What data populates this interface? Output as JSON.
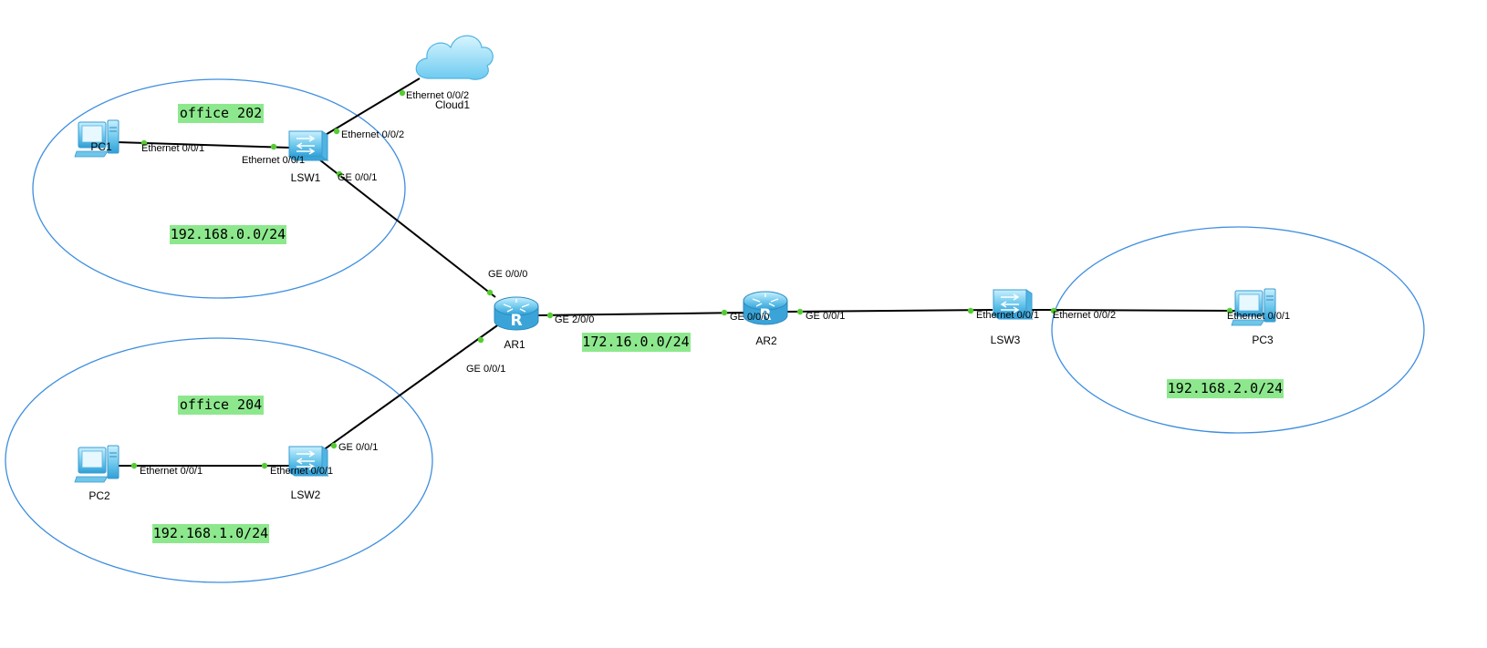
{
  "diagram": {
    "zones": [
      {
        "id": "zone-office202"
      },
      {
        "id": "zone-office204"
      },
      {
        "id": "zone-right"
      }
    ],
    "tags": {
      "office202": "office 202",
      "subnet0": "192.168.0.0/24",
      "office204": "office 204",
      "subnet1": "192.168.1.0/24",
      "wan": "172.16.0.0/24",
      "subnet2": "192.168.2.0/24"
    },
    "devices": {
      "pc1": {
        "label": "PC1",
        "type": "pc"
      },
      "pc2": {
        "label": "PC2",
        "type": "pc"
      },
      "pc3": {
        "label": "PC3",
        "type": "pc"
      },
      "lsw1": {
        "label": "LSW1",
        "type": "switch"
      },
      "lsw2": {
        "label": "LSW2",
        "type": "switch"
      },
      "lsw3": {
        "label": "LSW3",
        "type": "switch"
      },
      "ar1": {
        "label": "AR1",
        "type": "router"
      },
      "ar2": {
        "label": "AR2",
        "type": "router"
      },
      "cloud1": {
        "label": "Cloud1",
        "type": "cloud"
      }
    },
    "ports": {
      "pc1_eth": "Ethernet 0/0/1",
      "lsw1_eth1": "Ethernet 0/0/1",
      "lsw1_eth2": "Ethernet 0/0/2",
      "lsw1_ge": "GE 0/0/1",
      "cloud_eth": "Ethernet 0/0/2",
      "ar1_ge000": "GE 0/0/0",
      "ar1_ge001": "GE 0/0/1",
      "ar1_ge200": "GE 2/0/0",
      "ar2_ge000": "GE 0/0/0",
      "ar2_ge001": "GE 0/0/1",
      "lsw3_eth1": "Ethernet 0/0/1",
      "lsw3_eth2": "Ethernet 0/0/2",
      "pc3_eth": "Ethernet 0/0/1",
      "lsw2_ge": "GE 0/0/1",
      "lsw2_eth": "Ethernet 0/0/1",
      "pc2_eth": "Ethernet 0/0/1"
    },
    "colors": {
      "zone_stroke": "#3d8ee0",
      "tag_fill": "#8de88d",
      "port_dot": "#55cc33",
      "device_fill": "#7fd0f0"
    }
  }
}
